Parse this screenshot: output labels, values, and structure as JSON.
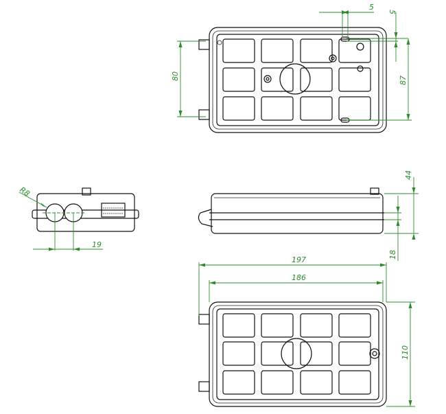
{
  "dimensions": {
    "top_slot_width": "5",
    "top_slot_height": "5",
    "top_left_height": "80",
    "top_right_height": "87",
    "side_radius": "R8",
    "side_hole_pitch": "19",
    "front_height": "44",
    "front_ledge": "18",
    "overall_width": "197",
    "inner_width": "186",
    "bottom_height": "110"
  },
  "colors": {
    "dimension": "#2e8b2e",
    "outline": "#111111"
  }
}
